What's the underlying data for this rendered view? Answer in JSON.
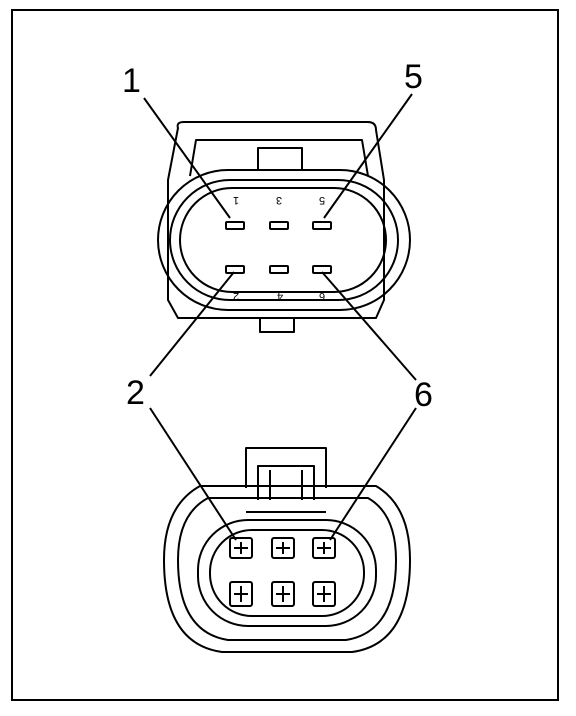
{
  "callouts": {
    "c1": "1",
    "c5": "5",
    "c2": "2",
    "c6": "6"
  },
  "pin_numbers": {
    "p1": "1",
    "p3": "3",
    "p5": "5",
    "p2": "2",
    "p4": "4",
    "p6": "6"
  },
  "colors": {
    "line": "#000000",
    "background": "#ffffff"
  }
}
